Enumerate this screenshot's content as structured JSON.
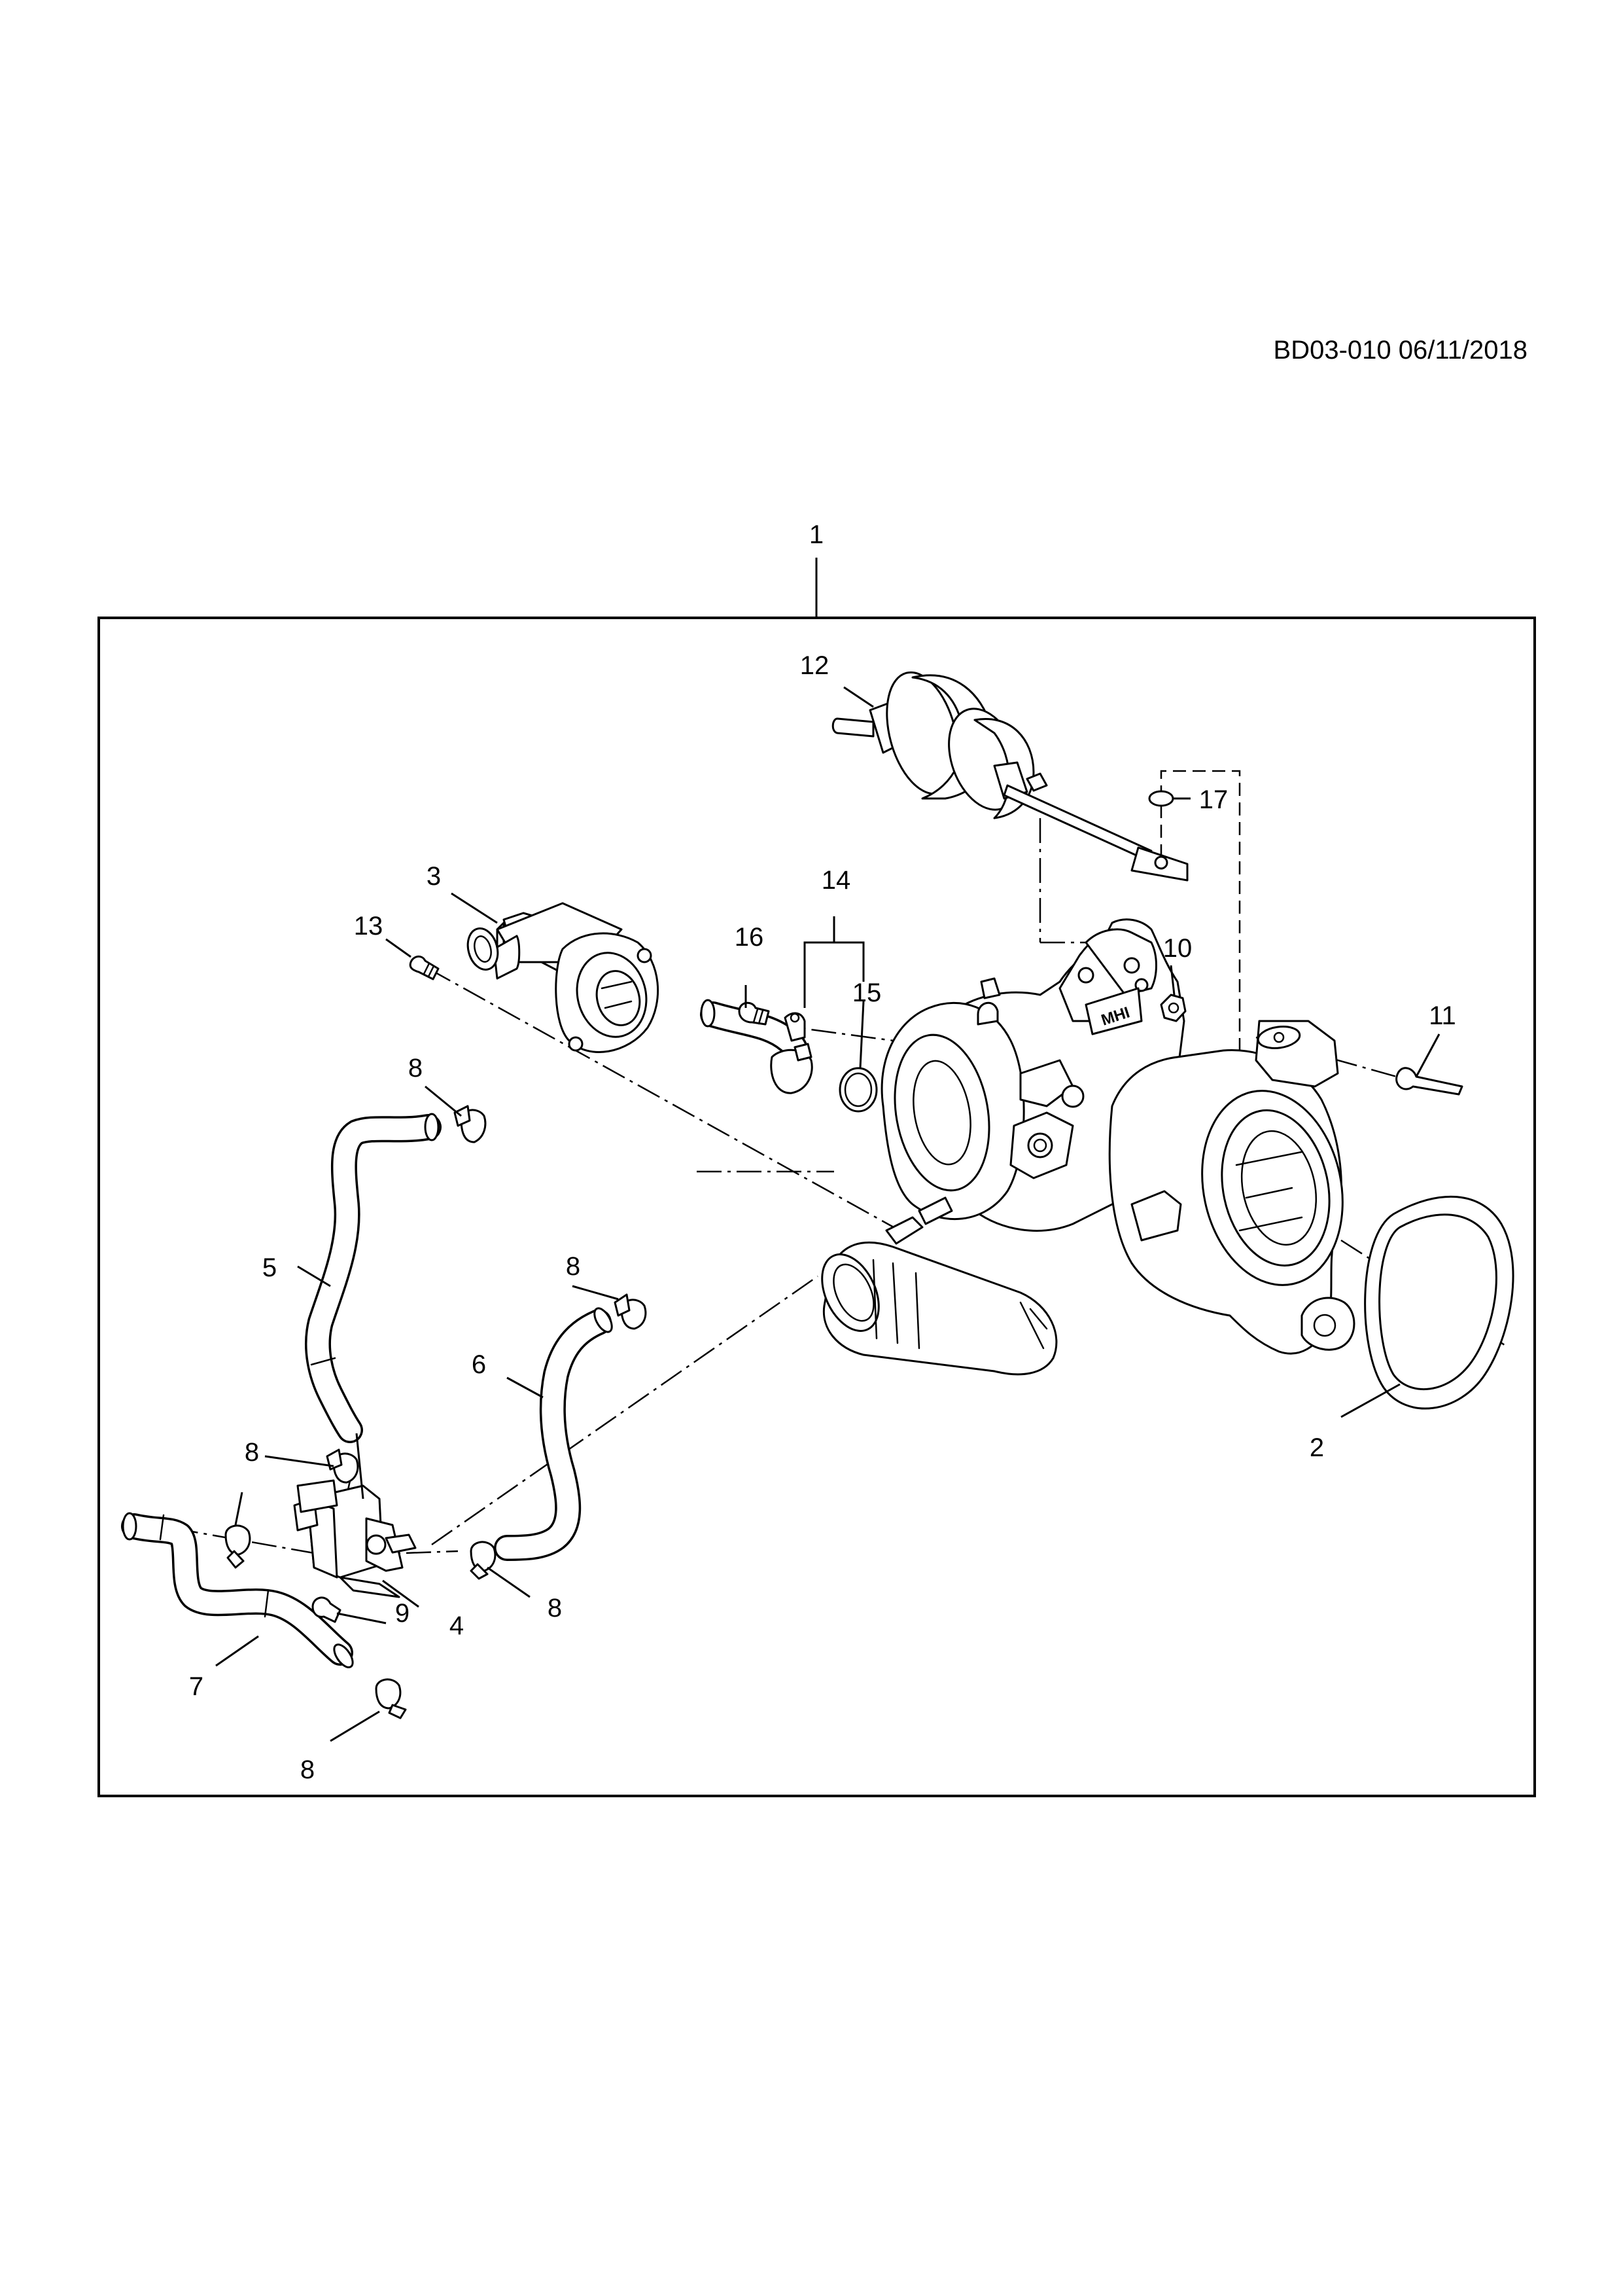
{
  "header": {
    "reference": "BD03-010 06/11/2018"
  },
  "logo_text": "MHI",
  "callouts": [
    {
      "id": "c1",
      "label": "1"
    },
    {
      "id": "c2",
      "label": "2"
    },
    {
      "id": "c3",
      "label": "3"
    },
    {
      "id": "c4",
      "label": "4"
    },
    {
      "id": "c5",
      "label": "5"
    },
    {
      "id": "c6",
      "label": "6"
    },
    {
      "id": "c7",
      "label": "7"
    },
    {
      "id": "c8a",
      "label": "8"
    },
    {
      "id": "c8b",
      "label": "8"
    },
    {
      "id": "c8c",
      "label": "8"
    },
    {
      "id": "c8d",
      "label": "8"
    },
    {
      "id": "c8e",
      "label": "8"
    },
    {
      "id": "c9",
      "label": "9"
    },
    {
      "id": "c10",
      "label": "10"
    },
    {
      "id": "c11",
      "label": "11"
    },
    {
      "id": "c12",
      "label": "12"
    },
    {
      "id": "c13",
      "label": "13"
    },
    {
      "id": "c14",
      "label": "14"
    },
    {
      "id": "c15",
      "label": "15"
    },
    {
      "id": "c16",
      "label": "16"
    },
    {
      "id": "c17",
      "label": "17"
    }
  ]
}
